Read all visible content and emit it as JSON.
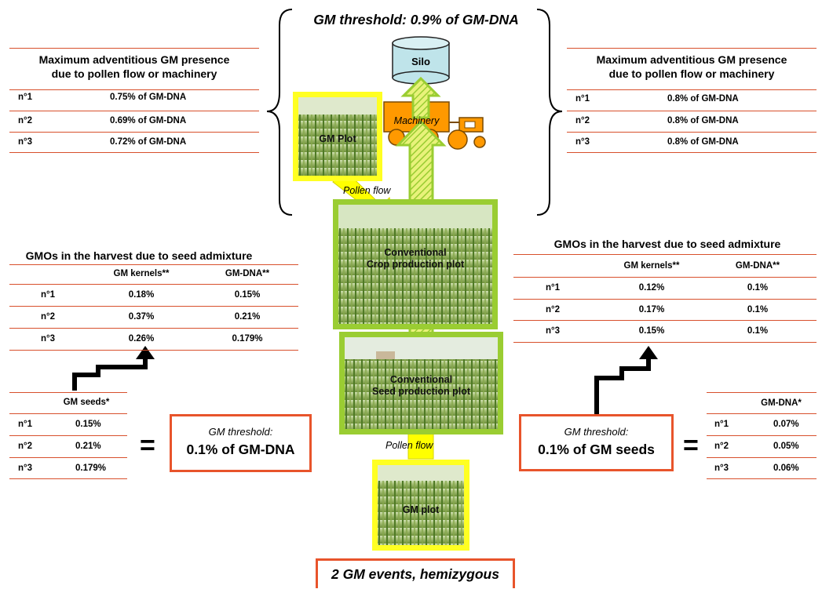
{
  "top_title": "GM threshold: 0.9% of GM-DNA",
  "bottom_title": "2 GM events, hemizygous",
  "left_top_table": {
    "title_line1": "Maximum adventitious GM presence",
    "title_line2": "due to pollen flow or machinery",
    "rows": [
      {
        "label": "n°1",
        "value": "0.75% of GM-DNA"
      },
      {
        "label": "n°2",
        "value": "0.69% of GM-DNA"
      },
      {
        "label": "n°3",
        "value": "0.72% of GM-DNA"
      }
    ]
  },
  "right_top_table": {
    "title_line1": "Maximum adventitious GM presence",
    "title_line2": "due to pollen flow or machinery",
    "rows": [
      {
        "label": "n°1",
        "value": "0.8% of GM-DNA"
      },
      {
        "label": "n°2",
        "value": "0.8% of GM-DNA"
      },
      {
        "label": "n°3",
        "value": "0.8% of GM-DNA"
      }
    ]
  },
  "left_mid_table": {
    "title": "GMOs in the harvest due to seed admixture",
    "col1": "GM kernels**",
    "col2": "GM-DNA**",
    "rows": [
      {
        "label": "n°1",
        "v1": "0.18%",
        "v2": "0.15%"
      },
      {
        "label": "n°2",
        "v1": "0.37%",
        "v2": "0.21%"
      },
      {
        "label": "n°3",
        "v1": "0.26%",
        "v2": "0.179%"
      }
    ]
  },
  "right_mid_table": {
    "title": "GMOs in the harvest due to seed admixture",
    "col1": "GM kernels**",
    "col2": "GM-DNA**",
    "rows": [
      {
        "label": "n°1",
        "v1": "0.12%",
        "v2": "0.1%"
      },
      {
        "label": "n°2",
        "v1": "0.17%",
        "v2": "0.1%"
      },
      {
        "label": "n°3",
        "v1": "0.15%",
        "v2": "0.1%"
      }
    ]
  },
  "left_seeds_table": {
    "header": "GM seeds*",
    "rows": [
      {
        "label": "n°1",
        "value": "0.15%"
      },
      {
        "label": "n°2",
        "value": "0.21%"
      },
      {
        "label": "n°3",
        "value": "0.179%"
      }
    ]
  },
  "right_seeds_table": {
    "header": "GM-DNA*",
    "rows": [
      {
        "label": "n°1",
        "value": "0.07%"
      },
      {
        "label": "n°2",
        "value": "0.05%"
      },
      {
        "label": "n°3",
        "value": "0.06%"
      }
    ]
  },
  "left_threshold": {
    "label": "GM threshold:",
    "value": "0.1% of GM-DNA"
  },
  "right_threshold": {
    "label": "GM threshold:",
    "value": "0.1% of GM seeds"
  },
  "equals": "=",
  "silo": "Silo",
  "machinery": "Machinery",
  "gm_plot_top": "GM Plot",
  "gm_plot_bottom": "GM plot",
  "pollen_flow_top": "Pollen flow",
  "pollen_flow_bottom": "Pollen flow",
  "crop_plot_line1": "Conventional",
  "crop_plot_line2": "Crop production plot",
  "seed_plot_line1": "Conventional",
  "seed_plot_line2": "Seed production plot",
  "colors": {
    "green": "#9acd32",
    "yellow": "#ffff00",
    "red_accent": "#e8542b",
    "machine_orange": "#ff9900",
    "silo_blue": "#bfe4ea"
  }
}
